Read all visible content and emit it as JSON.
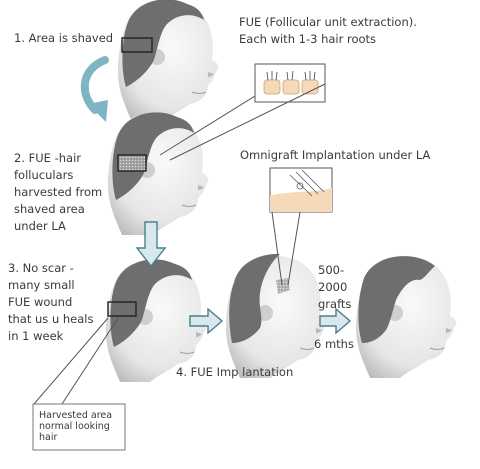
{
  "steps": {
    "step1": "1. Area is shaved",
    "step2": "2. FUE -hair\nfolluculars\nharvested from\nshaved area\nunder LA",
    "step3": "3. No scar -\nmany small\nFUE wound\nthat us u heals\nin 1 week",
    "step4": "4. FUE Imp lantation"
  },
  "annotations": {
    "fue_definition": "FUE (Follicular unit extraction).\nEach with 1-3 hair roots",
    "omnigraft": "Omnigraft Implantation under LA",
    "graft_count": "500-\n2000\ngrafts",
    "duration": "6 mths",
    "harvested_note": "Harvested area\nnormal looking\nhair"
  },
  "colors": {
    "hair": "#6e6e6e",
    "skin_light": "#f4f4f4",
    "skin_shade": "#d3d3d3",
    "arrow_fill": "#d8e8ec",
    "arrow_stroke": "#4a7f8e",
    "curve_arrow": "#7fb5c3",
    "graft_skin": "#f5d9b8"
  }
}
